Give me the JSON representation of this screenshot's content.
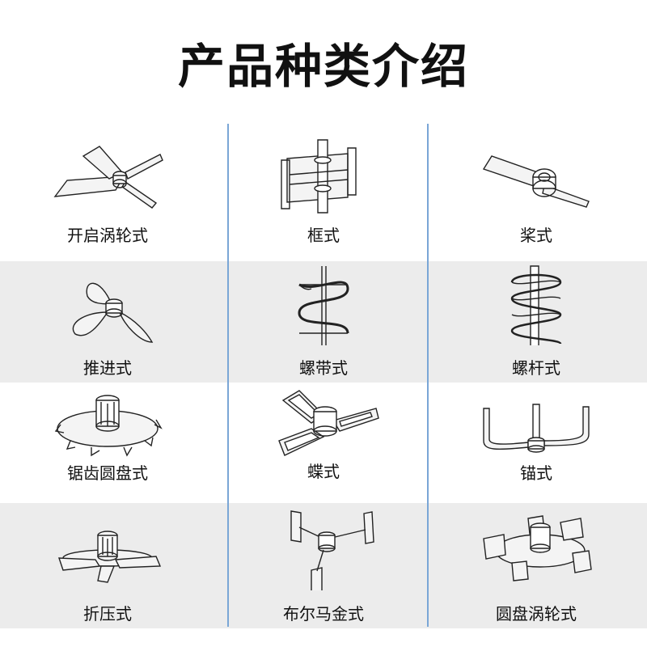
{
  "title": "产品种类介绍",
  "items": [
    {
      "label": "开启涡轮式",
      "icon": "open-turbine-impeller-icon"
    },
    {
      "label": "框式",
      "icon": "frame-impeller-icon"
    },
    {
      "label": "桨式",
      "icon": "paddle-impeller-icon"
    },
    {
      "label": "推进式",
      "icon": "propeller-impeller-icon"
    },
    {
      "label": "螺带式",
      "icon": "helical-ribbon-impeller-icon"
    },
    {
      "label": "螺杆式",
      "icon": "screw-impeller-icon"
    },
    {
      "label": "锯齿圆盘式",
      "icon": "sawtooth-disc-impeller-icon"
    },
    {
      "label": "蝶式",
      "icon": "butterfly-impeller-icon"
    },
    {
      "label": "锚式",
      "icon": "anchor-impeller-icon"
    },
    {
      "label": "折压式",
      "icon": "pitched-blade-impeller-icon"
    },
    {
      "label": "布尔马金式",
      "icon": "brumagin-impeller-icon"
    },
    {
      "label": "圆盘涡轮式",
      "icon": "disc-turbine-impeller-icon"
    }
  ]
}
